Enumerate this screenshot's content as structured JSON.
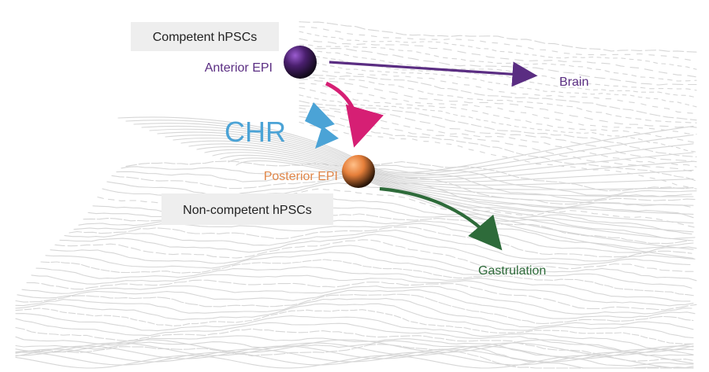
{
  "labels": {
    "competent": "Competent hPSCs",
    "anterior": "Anterior EPI",
    "brain": "Brain",
    "chr": "CHR",
    "posterior": "Posterior EPI",
    "non_competent": "Non-competent hPSCs",
    "gastrulation": "Gastrulation"
  },
  "colors": {
    "anterior": "#5a2d82",
    "brain": "#5a2d82",
    "chr": "#4ba3d6",
    "posterior": "#e0874a",
    "transition_arrow": "#d61f74",
    "gastrulation": "#2e6b3a",
    "box_fill": "#eeeeee",
    "landscape": "#d6d6d6",
    "text_dark": "#222222"
  }
}
